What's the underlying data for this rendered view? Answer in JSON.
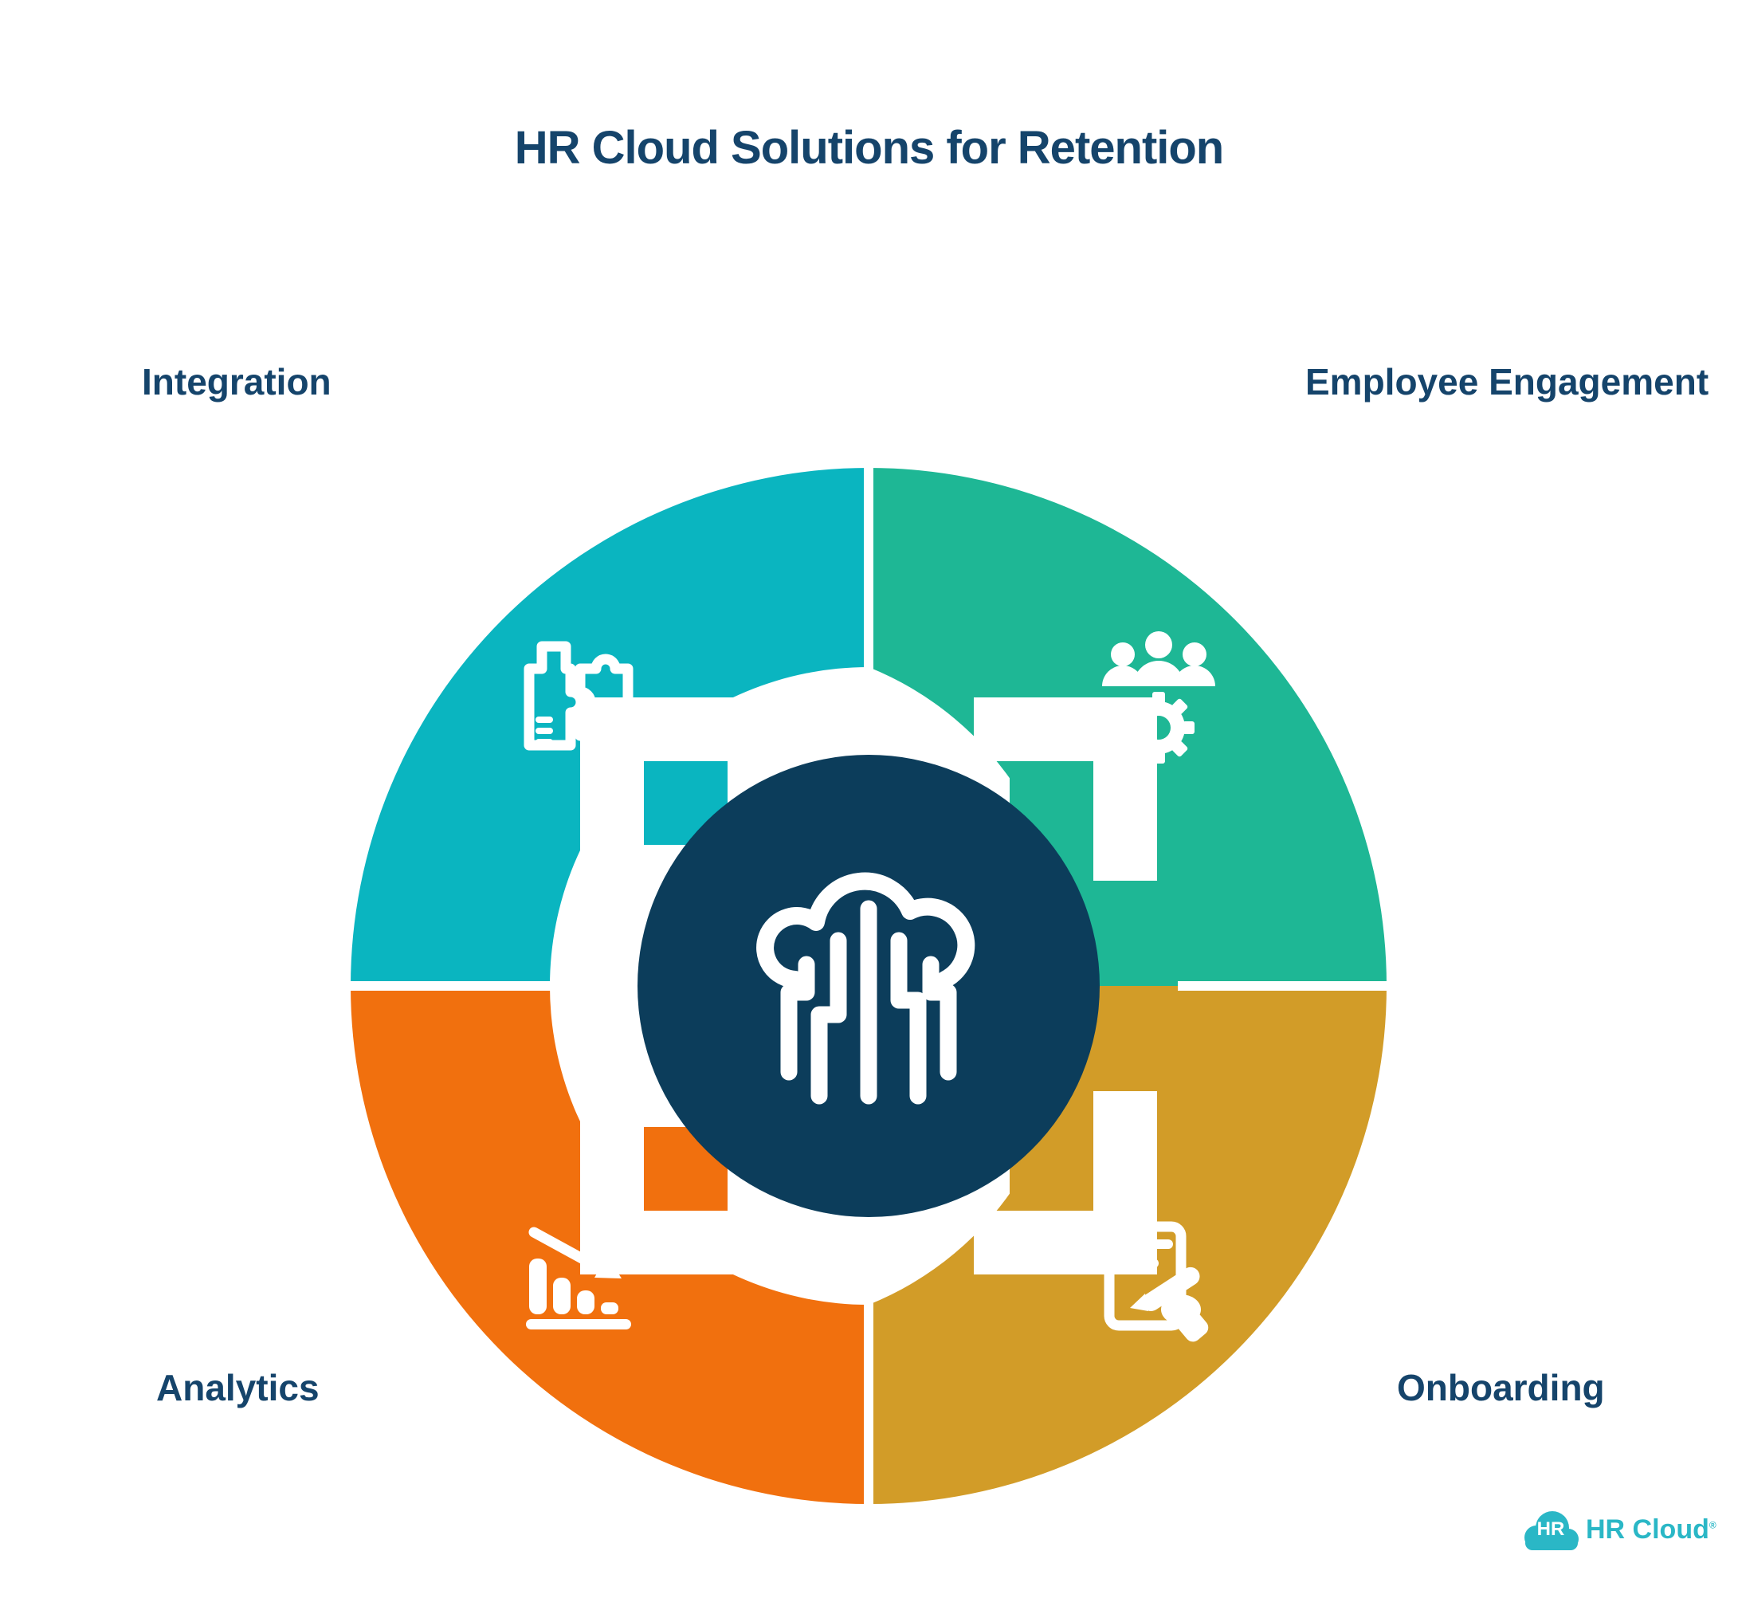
{
  "title": "HR Cloud Solutions for Retention",
  "diagram": {
    "type": "cycle-infographic",
    "center_icon": "cloud-circuit-icon",
    "segments": [
      {
        "label": "Integration",
        "position": "top-left",
        "color": "#0ab5c0",
        "icon": "puzzle-pieces-icon"
      },
      {
        "label": "Employee Engagement",
        "position": "top-right",
        "color": "#1eb795",
        "icon": "people-gear-icon"
      },
      {
        "label": "Analytics",
        "position": "bottom-left",
        "color": "#f1700e",
        "icon": "declining-bar-chart-icon"
      },
      {
        "label": "Onboarding",
        "position": "bottom-right",
        "color": "#d29c28",
        "icon": "document-signing-icon"
      }
    ]
  },
  "colors": {
    "teal": "#0ab5c0",
    "green": "#1eb795",
    "orange": "#f1700e",
    "gold": "#d29c28",
    "navy_circle": "#0c3d5b",
    "text_navy": "#15446b",
    "logo_teal": "#2ab7c6",
    "background": "#ffffff"
  },
  "logo": {
    "badge_text": "HR",
    "wordmark": "HR Cloud",
    "registered_mark": "®"
  }
}
